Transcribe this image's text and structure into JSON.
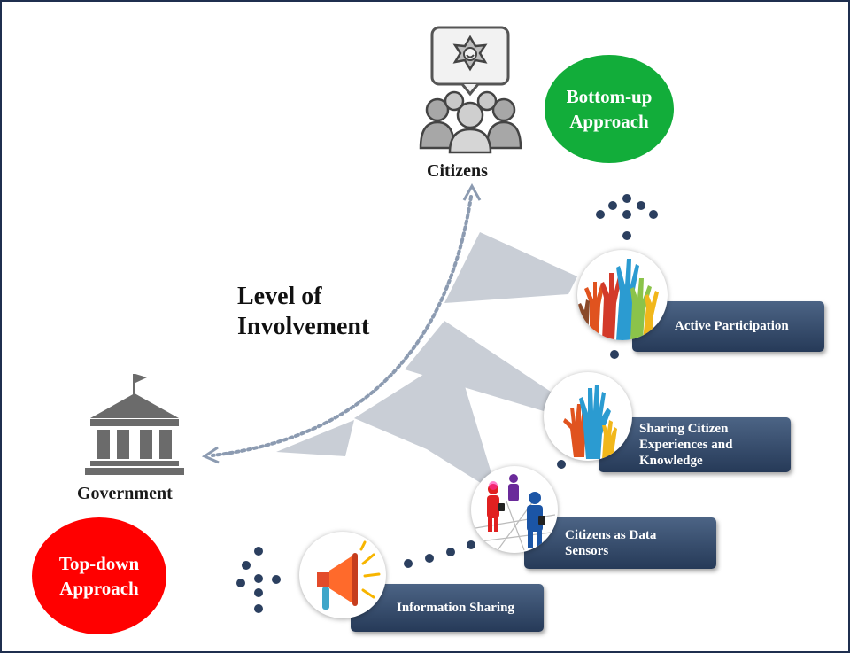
{
  "title": {
    "line1": "Level of",
    "line2": "Involvement"
  },
  "actors": {
    "citizens": "Citizens",
    "government": "Government"
  },
  "approaches": {
    "bottom_up": {
      "line1": "Bottom-up",
      "line2": "Approach",
      "color": "#12ad3a"
    },
    "top_down": {
      "line1": "Top-down",
      "line2": "Approach",
      "color": "#ff0000"
    }
  },
  "stages": [
    {
      "label_lines": [
        "Information Sharing"
      ],
      "icon": "megaphone-icon"
    },
    {
      "label_lines": [
        "Citizens as Data",
        "Sensors"
      ],
      "icon": "people-network-icon"
    },
    {
      "label_lines": [
        "Sharing Citizen",
        "Experiences and",
        "Knowledge"
      ],
      "icon": "raised-hands-icon"
    },
    {
      "label_lines": [
        "Active Participation"
      ],
      "icon": "many-hands-icon"
    }
  ],
  "colors": {
    "box": "#2f4566",
    "arrow": "#8c9bb1",
    "dots": "#2b3f5f",
    "fan": "#c9ced6"
  }
}
